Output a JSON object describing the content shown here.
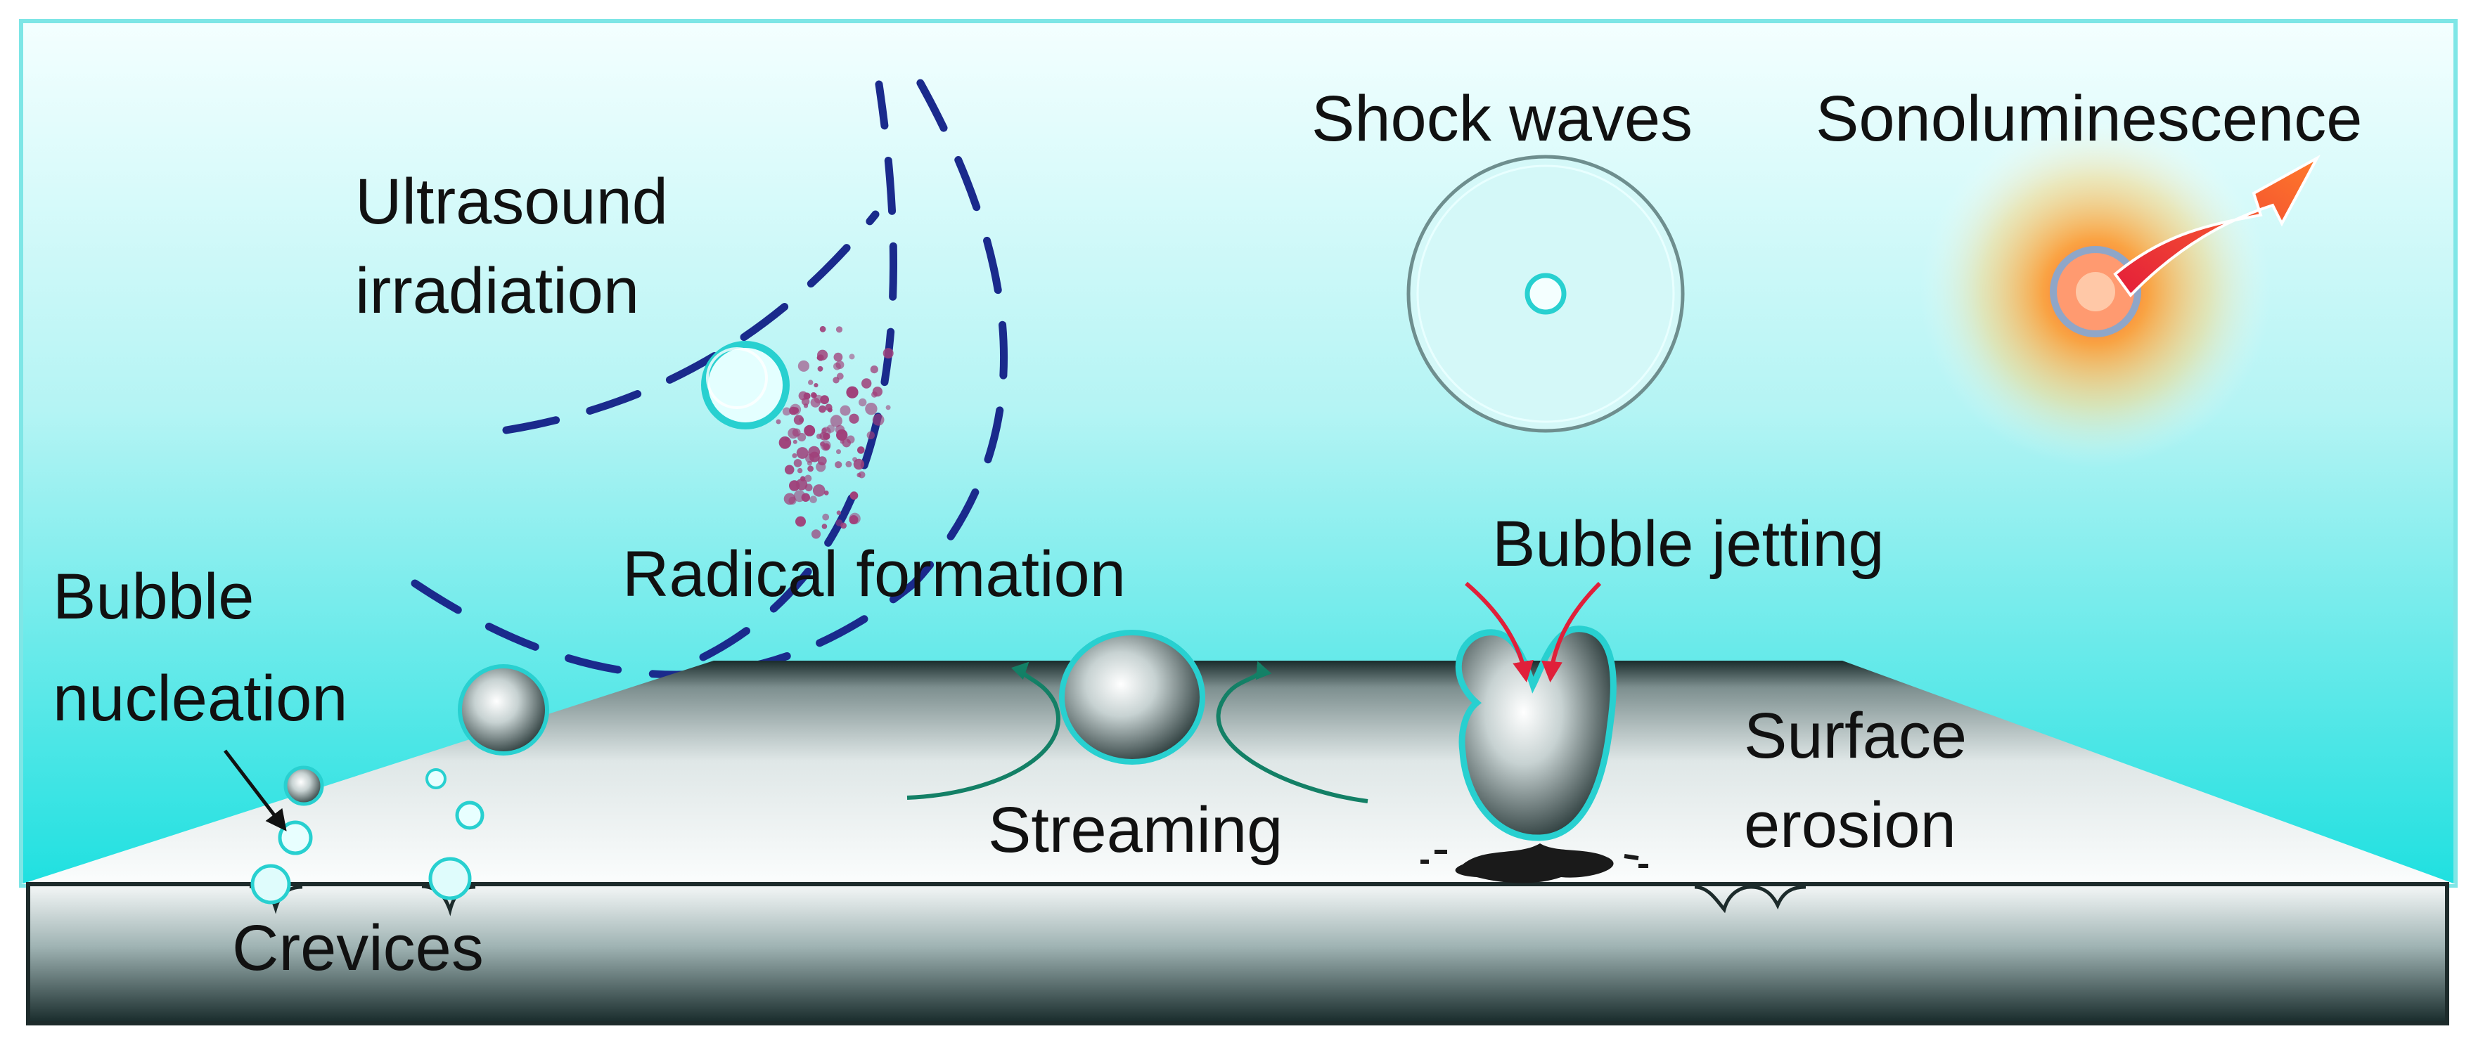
{
  "labels": {
    "ultrasound_line1": "Ultrasound",
    "ultrasound_line2": "irradiation",
    "shock_waves": "Shock waves",
    "sonoluminescence": "Sonoluminescence",
    "radical_formation": "Radical formation",
    "bubble_jetting": "Bubble jetting",
    "bubble_line1": "Bubble",
    "bubble_line2": "nucleation",
    "surface_line1": "Surface",
    "surface_line2": "erosion",
    "streaming": "Streaming",
    "crevices": "Crevices"
  },
  "colors": {
    "water_top": "#f2ffff",
    "water_bottom": "#1ee3e3",
    "frame": "#7ee6e6",
    "wave_arcs": "#1a2a8c",
    "radicals": "#a0407a",
    "arrow_red": "#e0203a",
    "streaming": "#138066",
    "bubble_outline": "#28d0d0"
  }
}
